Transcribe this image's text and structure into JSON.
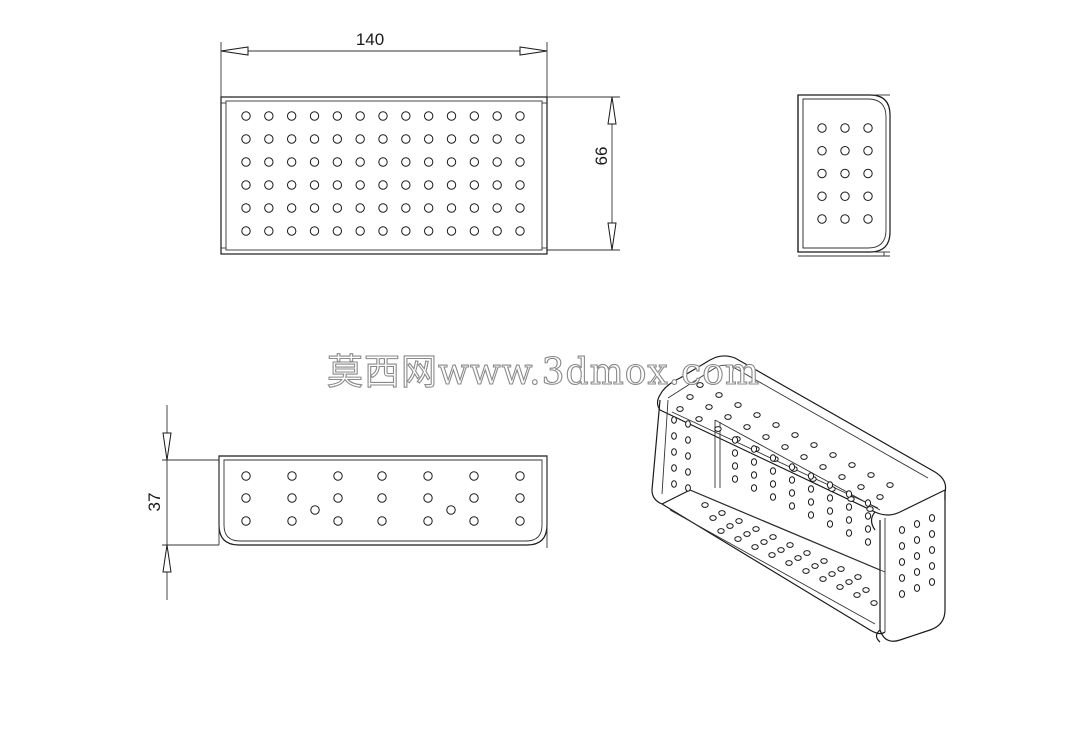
{
  "dimensions": {
    "length": "140",
    "width": "66",
    "height": "37"
  },
  "watermark": "莫西网www.3dmox.com",
  "colors": {
    "line": "#1a1a1a",
    "background": "#ffffff",
    "watermark_outline": "#8a8a8a"
  },
  "views": {
    "top": {
      "hole_columns": 13,
      "hole_rows": 6
    },
    "side": {
      "hole_columns": 3,
      "hole_rows": 5
    },
    "front": {
      "hole_columns": 7,
      "hole_rows": 3
    }
  }
}
